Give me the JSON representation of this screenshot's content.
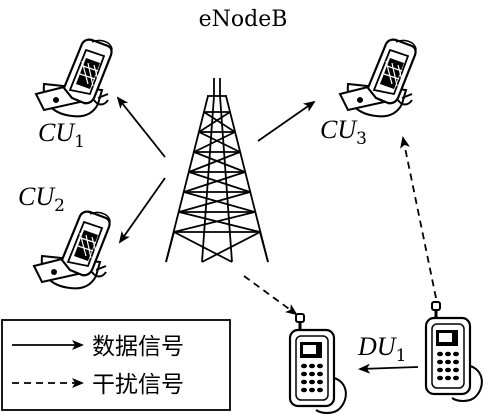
{
  "diagram": {
    "station_label": "eNodeB",
    "nodes": [
      {
        "id": "cu1",
        "label": "CU",
        "sub": "1"
      },
      {
        "id": "cu2",
        "label": "CU",
        "sub": "2"
      },
      {
        "id": "cu3",
        "label": "CU",
        "sub": "3"
      },
      {
        "id": "du1",
        "label": "DU",
        "sub": "1"
      }
    ],
    "legend": {
      "data_signal": "数据信号",
      "interference_signal": "干扰信号"
    },
    "edges": [
      {
        "from": "eNodeB",
        "to": "CU1",
        "kind": "data_signal"
      },
      {
        "from": "eNodeB",
        "to": "CU2",
        "kind": "data_signal"
      },
      {
        "from": "eNodeB",
        "to": "CU3",
        "kind": "data_signal"
      },
      {
        "from": "DU1",
        "to": "DU-receiver",
        "kind": "data_signal"
      },
      {
        "from": "eNodeB",
        "to": "DU-receiver",
        "kind": "interference_signal"
      },
      {
        "from": "DU1",
        "to": "CU3",
        "kind": "interference_signal"
      }
    ]
  }
}
